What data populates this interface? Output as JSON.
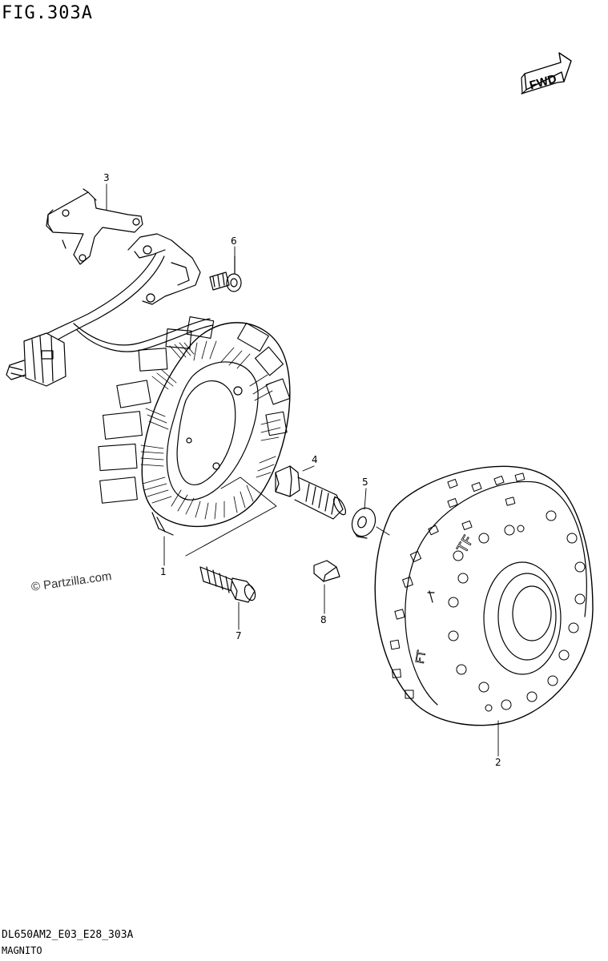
{
  "figure": {
    "title": "FIG.303A",
    "code": "DL650AM2_E03_E28_303A",
    "name": "MAGNITO",
    "watermark": "© Partzilla.com",
    "fwd_label": "FWD"
  },
  "callouts": [
    {
      "id": "callout-1",
      "label": "1"
    },
    {
      "id": "callout-2",
      "label": "2"
    },
    {
      "id": "callout-3",
      "label": "3"
    },
    {
      "id": "callout-4",
      "label": "4"
    },
    {
      "id": "callout-5",
      "label": "5"
    },
    {
      "id": "callout-6",
      "label": "6"
    },
    {
      "id": "callout-7",
      "label": "7"
    },
    {
      "id": "callout-8",
      "label": "8"
    }
  ]
}
